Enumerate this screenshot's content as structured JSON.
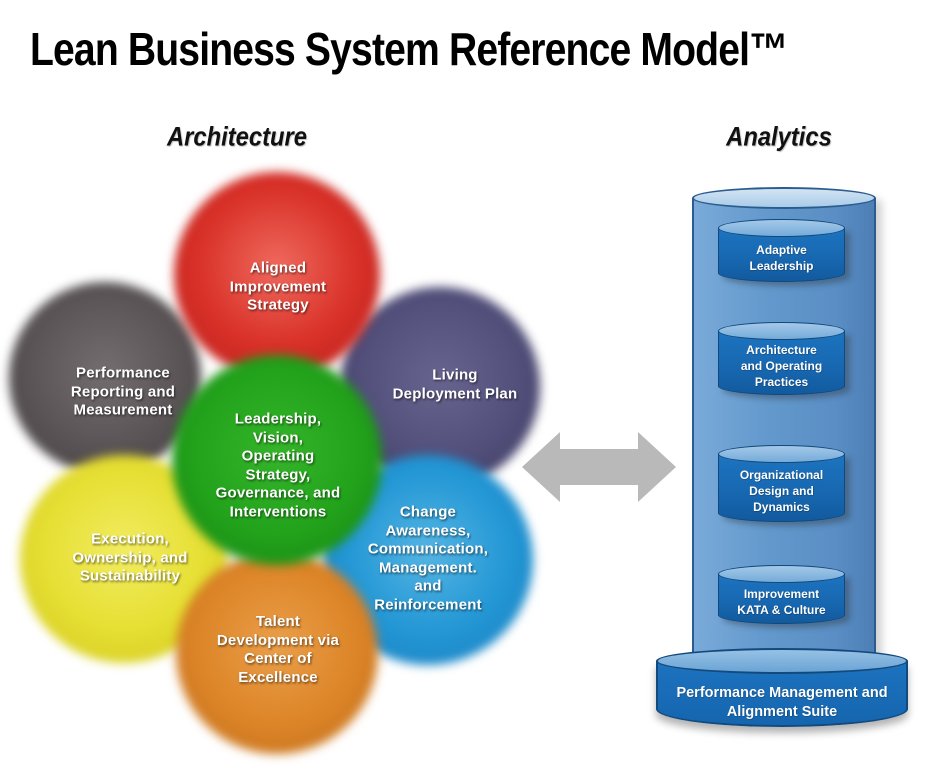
{
  "title": "Lean Business System Reference Model™",
  "headings": {
    "left": "Architecture",
    "right": "Analytics"
  },
  "architecture": {
    "circles": [
      {
        "name": "aligned-improvement-strategy",
        "label": "Aligned\nImprovement\nStrategy",
        "color": "#d93128",
        "color_light": "#ef6a5e",
        "color_dark": "#b9201d"
      },
      {
        "name": "performance-reporting-and-measurement",
        "label": "Performance\nReporting and\nMeasurement",
        "color": "#5b5557",
        "color_light": "#746d6f",
        "color_dark": "#454041"
      },
      {
        "name": "living-deployment-plan",
        "label": "Living\nDeployment Plan",
        "color": "#53507c",
        "color_light": "#67648f",
        "color_dark": "#3e3c61"
      },
      {
        "name": "execution-ownership-and-sustainability",
        "label": "Execution,\nOwnership, and\nSustainability",
        "color": "#e6df33",
        "color_light": "#f2ec62",
        "color_dark": "#d2c91d"
      },
      {
        "name": "change-awareness-communication-management-and-reinforcement",
        "label": "Change\nAwareness,\nCommunication,\nManagement.\nand\nReinforcement",
        "color": "#2397d5",
        "color_light": "#55b5e3",
        "color_dark": "#1b7fc0"
      },
      {
        "name": "talent-development-via-center-of-excellence",
        "label": "Talent\nDevelopment via\nCenter of\nExcellence",
        "color": "#dd8528",
        "color_light": "#ea9f4a",
        "color_dark": "#c2701c"
      },
      {
        "name": "leadership-vision-operating-strategy-governance-and-interventions",
        "label": "Leadership,\nVision,\nOperating\nStrategy,\nGovernance, and\nInterventions",
        "color": "#23a31c",
        "color_light": "#35b52a",
        "color_dark": "#158510"
      }
    ]
  },
  "arrow": {
    "name": "bidirectional-arrow",
    "color": "#b9b9b9"
  },
  "analytics": {
    "container_color": "#6399cd",
    "module_color": "#1767b0",
    "modules": [
      {
        "label": "Adaptive\nLeadership"
      },
      {
        "label": "Architecture\nand Operating\nPractices"
      },
      {
        "label": "Organizational\nDesign and\nDynamics"
      },
      {
        "label": "Improvement\nKATA & Culture"
      }
    ],
    "base": {
      "label": "Performance Management and\nAlignment Suite"
    }
  }
}
